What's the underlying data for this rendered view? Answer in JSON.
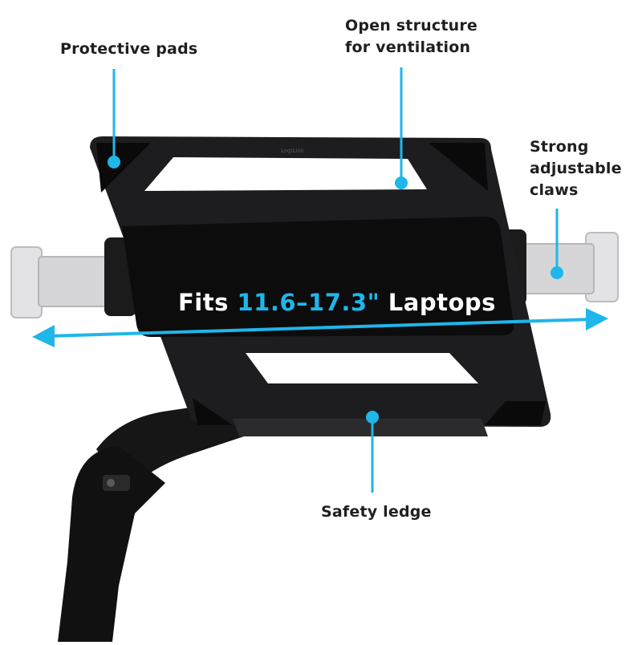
{
  "colors": {
    "accent": "#1fb6ea",
    "tray": "#1c1c1e",
    "pad": "#0c0c0d",
    "claw": "#d9d9db",
    "arm": "#141414",
    "label_text": "#1f1f1f"
  },
  "callouts": {
    "protective_pads": "Protective pads",
    "open_structure_line1": "Open structure",
    "open_structure_line2": "for ventilation",
    "claws_line1": "Strong",
    "claws_line2": "adjustable",
    "claws_line3": "claws",
    "safety_ledge": "Safety ledge"
  },
  "headline": {
    "prefix": "Fits ",
    "size_range": "11.6–17.3\"",
    "suffix": " Laptops"
  },
  "brand_mark": "LogiLink",
  "icons": [
    "pointer-dot-icon",
    "width-arrow-icon"
  ]
}
